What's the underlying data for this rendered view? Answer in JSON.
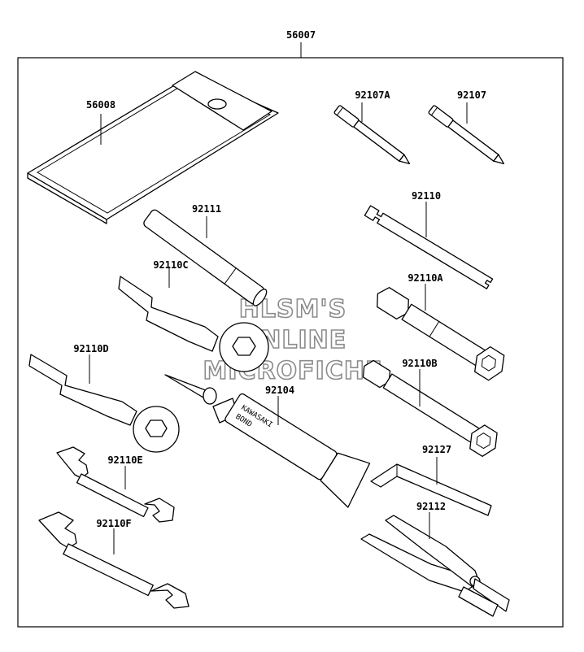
{
  "assembly": {
    "number": "56007"
  },
  "parts": {
    "p56008": "56008",
    "p92107A": "92107A",
    "p92107": "92107",
    "p92111": "92111",
    "p92110": "92110",
    "p92110C": "92110C",
    "p92110A": "92110A",
    "p92110D": "92110D",
    "p92110B": "92110B",
    "p92104": "92104",
    "p92127": "92127",
    "p92110E": "92110E",
    "p92112": "92112",
    "p92110F": "92110F"
  },
  "tube_text": {
    "line1": "KAWASAKI",
    "line2": "BOND"
  },
  "watermark": {
    "line1": "HLSM'S",
    "line2": "ONLINE",
    "line3": "MICROFICHE"
  }
}
